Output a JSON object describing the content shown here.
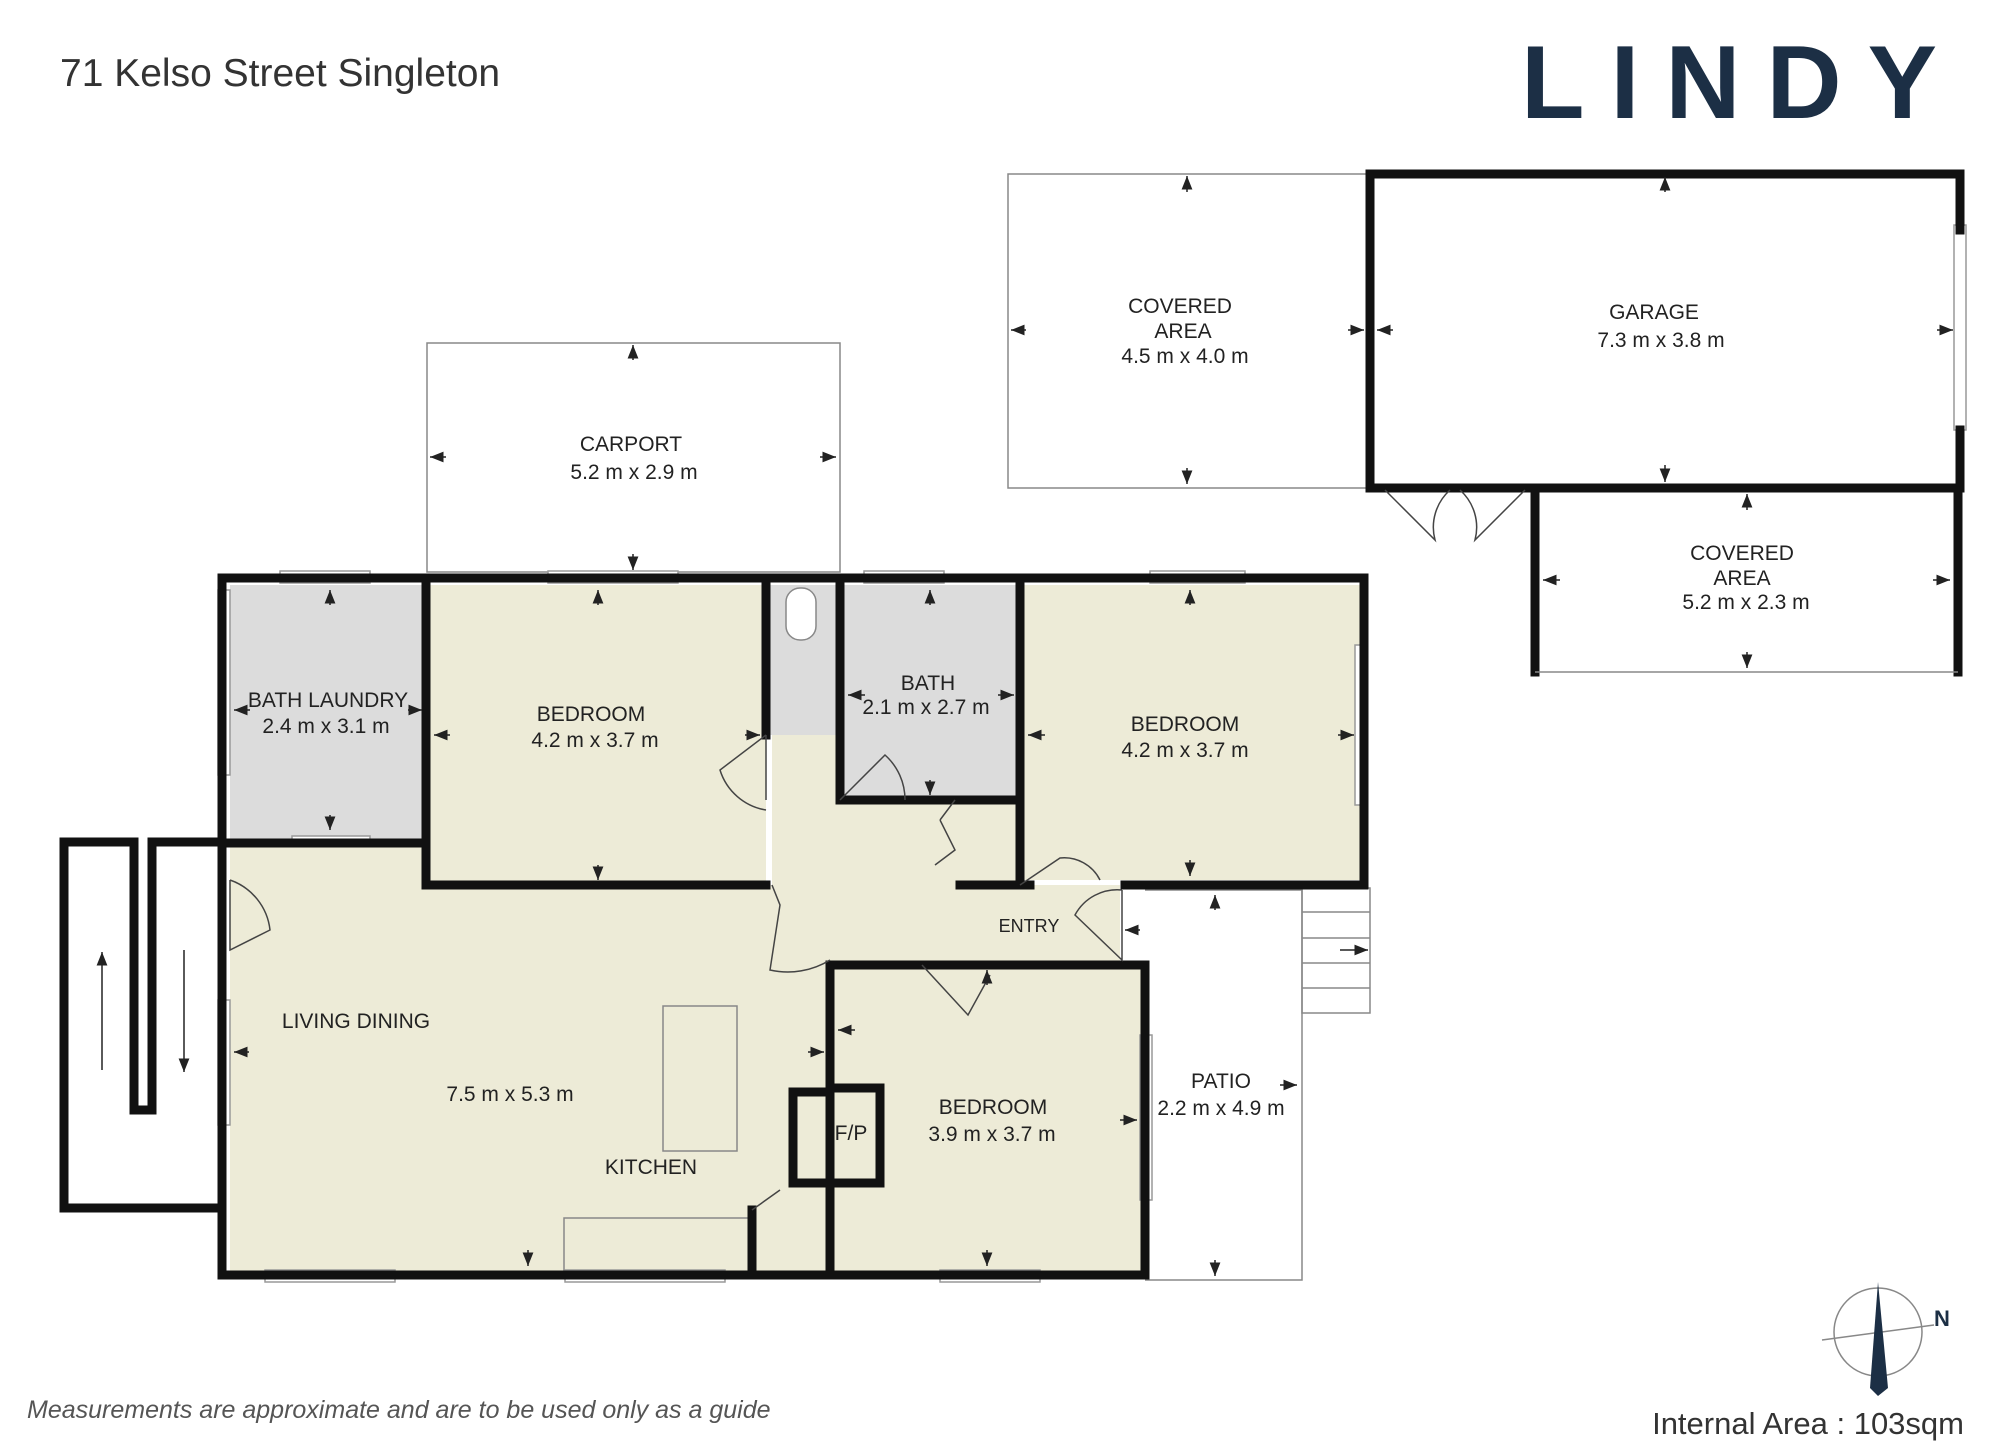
{
  "header": {
    "title": "71 Kelso Street Singleton",
    "brand": "LINDY"
  },
  "rooms": {
    "bath_laundry": {
      "name": "BATH LAUNDRY",
      "size": "2.4 m x 3.1 m"
    },
    "bedroom_1": {
      "name": "BEDROOM",
      "size": "4.2 m x 3.7 m"
    },
    "bath": {
      "name": "BATH",
      "size": "2.1 m x 2.7 m"
    },
    "bedroom_2": {
      "name": "BEDROOM",
      "size": "4.2 m x 3.7 m"
    },
    "carport": {
      "name": "CARPORT",
      "size": "5.2 m x 2.9 m"
    },
    "covered_area_1": {
      "name_line1": "COVERED",
      "name_line2": "AREA",
      "size": "4.5 m x 4.0 m"
    },
    "garage": {
      "name": "GARAGE",
      "size": "7.3 m x 3.8 m"
    },
    "covered_area_2": {
      "name_line1": "COVERED",
      "name_line2": "AREA",
      "size": "5.2 m x 2.3 m"
    },
    "living_dining": {
      "name": "LIVING DINING",
      "size": "7.5 m x 5.3 m"
    },
    "kitchen": {
      "name": "KITCHEN"
    },
    "fireplace": {
      "name": "F/P"
    },
    "bedroom_3": {
      "name": "BEDROOM",
      "size": "3.9 m x 3.7 m"
    },
    "entry": {
      "name": "ENTRY"
    },
    "patio": {
      "name": "PATIO",
      "size": "2.2 m x 4.9 m"
    }
  },
  "compass": {
    "label": "N"
  },
  "footer": {
    "disclaimer": "Measurements are approximate and are to be used only as a guide",
    "internal_area": "Internal Area : 103sqm"
  },
  "colors": {
    "room_fill": "#edebd7",
    "wet_fill": "#dcdcdc",
    "wall": "#111111",
    "outline": "#888888",
    "brand": "#1c2f45"
  }
}
